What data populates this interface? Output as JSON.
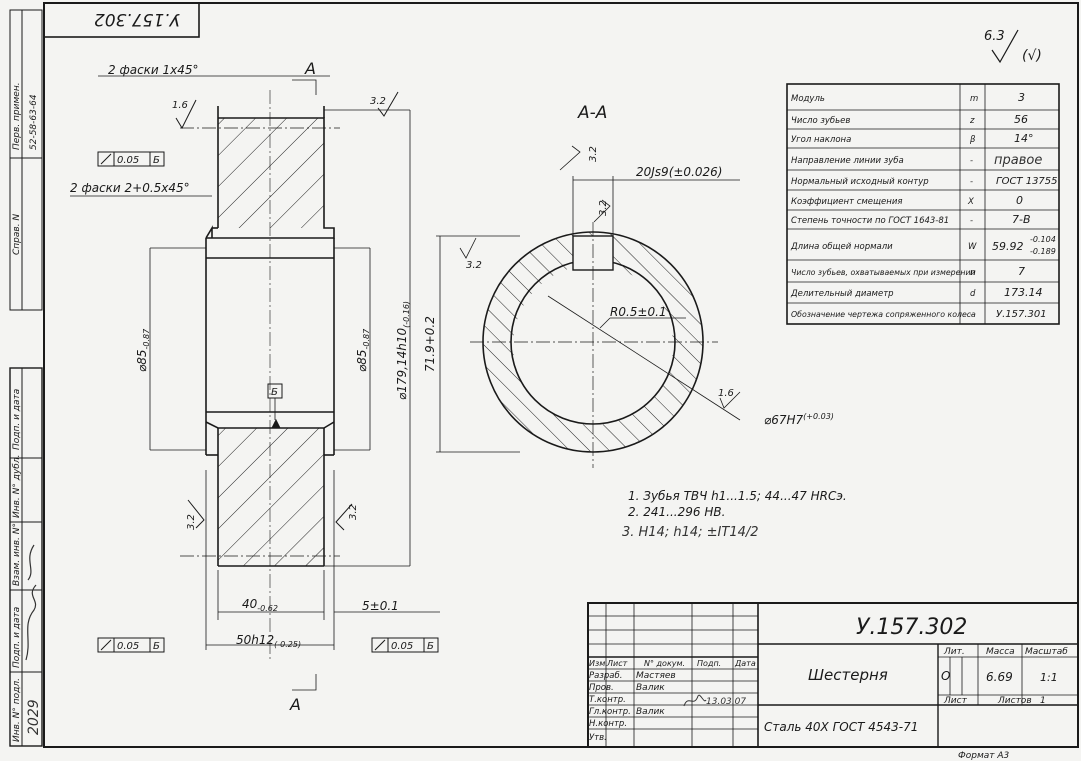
{
  "colors": {
    "paper": "#f4f4f2",
    "ink": "#1a1a1a"
  },
  "header": {
    "stamp_upside_down": "У.157.302"
  },
  "margin": {
    "perv_primen": "Перв. примен.",
    "perv_primen_value": "52-58-63-64",
    "sprav_no": "Справ. N",
    "podp_data_1": "Подп. и дата",
    "vzam_inv": "Взам. инв. N°",
    "inv_dubl": "Инв. N° дубл.",
    "podp_data_2": "Подп. и дата",
    "inv_podl": "Инв. N° подл.",
    "inv_podl_value": "2029"
  },
  "roughness": {
    "general": "6.3",
    "general_paren": "(√)",
    "r16": "1.6",
    "r32": "3.2"
  },
  "left_view": {
    "section_mark": "А",
    "chamfer_1": "2 фаски 1x45°",
    "chamfer_2": "2 фаски 2+0.5x45°",
    "runout_1": "0.05",
    "datum": "Б",
    "dia_bore": "⌀85",
    "dia_bore_tol": "-0.87",
    "dia_hub": "⌀85",
    "dia_hub_tol": "-0.87",
    "dia_tip": "⌀179,14h10",
    "dia_tip_tol": "(-0.16)",
    "dim_40": "40",
    "dim_40_tol": "-0.62",
    "dim_5": "5±0.1",
    "dim_50": "50h12",
    "dim_50_tol": "(-0.25)",
    "runout_bottom_left": "0.05",
    "runout_bottom_right": "0.05"
  },
  "section_view": {
    "title": "А-А",
    "keyway": "20Js9(±0.026)",
    "depth": "71.9+0.2",
    "radius": "R0.5±0.1",
    "bore": "⌀67H7",
    "bore_tol": "(+0.03)"
  },
  "notes": [
    "1. Зубья ТВЧ h1...1.5; 44...47 HRCэ.",
    "2. 241...296 HB.",
    "3. H14; h14; ±IT14/2"
  ],
  "params_table": {
    "rows": [
      {
        "name": "Модуль",
        "sym": "m",
        "val": "3"
      },
      {
        "name": "Число зубьев",
        "sym": "z",
        "val": "56"
      },
      {
        "name": "Угол наклона",
        "sym": "β",
        "val": "14°"
      },
      {
        "name": "Направление линии зуба",
        "sym": "-",
        "val": "правое"
      },
      {
        "name": "Нормальный исходный контур",
        "sym": "-",
        "val": "ГОСТ 13755"
      },
      {
        "name": "Коэффициент смещения",
        "sym": "X",
        "val": "0"
      },
      {
        "name": "Степень точности по ГОСТ 1643-81",
        "sym": "-",
        "val": "7-В"
      },
      {
        "name": "Длина общей нормали",
        "sym": "W",
        "val": "59.92",
        "tol_up": "-0.104",
        "tol_low": "-0.189"
      },
      {
        "name": "Число зубьев, охватываемых при измерении",
        "sym": "n",
        "val": "7"
      },
      {
        "name": "Делительный диаметр",
        "sym": "d",
        "val": "173.14"
      },
      {
        "name": "Обозначение чертежа сопряженного колеса",
        "sym": "-",
        "val": "У.157.301"
      }
    ]
  },
  "title_block": {
    "designation": "У.157.302",
    "name": "Шестерня",
    "material": "Сталь 40Х ГОСТ 4543-71",
    "col_izm": "Изм.",
    "col_list": "Лист",
    "col_dokum": "N° докум.",
    "col_podp": "Подп.",
    "col_data": "Дата",
    "razrab": "Разраб.",
    "razrab_name": "Мастяев",
    "prov": "Пров.",
    "prov_name": "Валик",
    "tkontr": "Т.контр.",
    "tkontr_sign": "13.03.07",
    "glkontr": "Гл.контр.",
    "glkontr_name": "Валик",
    "nkontr": "Н.контр.",
    "utv": "Утв.",
    "lit": "Лит.",
    "lit_val": "О",
    "massa": "Масса",
    "massa_val": "6.69",
    "masshtab": "Масштаб",
    "masshtab_val": "1:1",
    "list": "Лист",
    "listov": "Листов",
    "listov_val": "1",
    "format": "Формат А3"
  }
}
